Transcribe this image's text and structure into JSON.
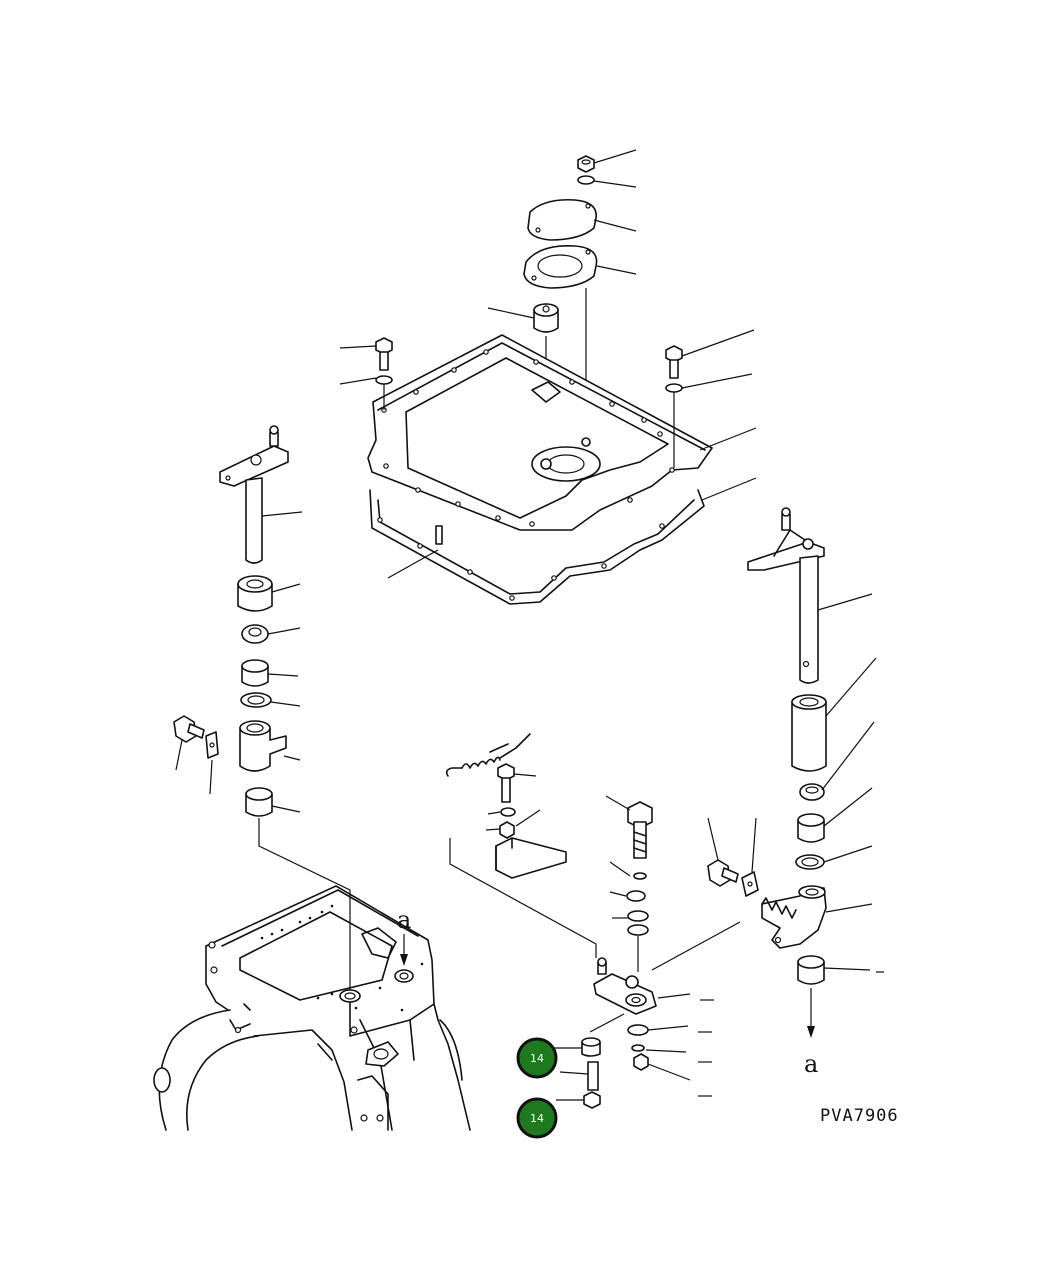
{
  "drawing": {
    "reference_code": "PVA7906",
    "view_marker_letter": "a",
    "part_badges": [
      {
        "label": "14"
      },
      {
        "label": "14"
      }
    ],
    "colors": {
      "line": "#111111",
      "badge_fill": "#1f7a1f",
      "background": "#ffffff"
    }
  }
}
